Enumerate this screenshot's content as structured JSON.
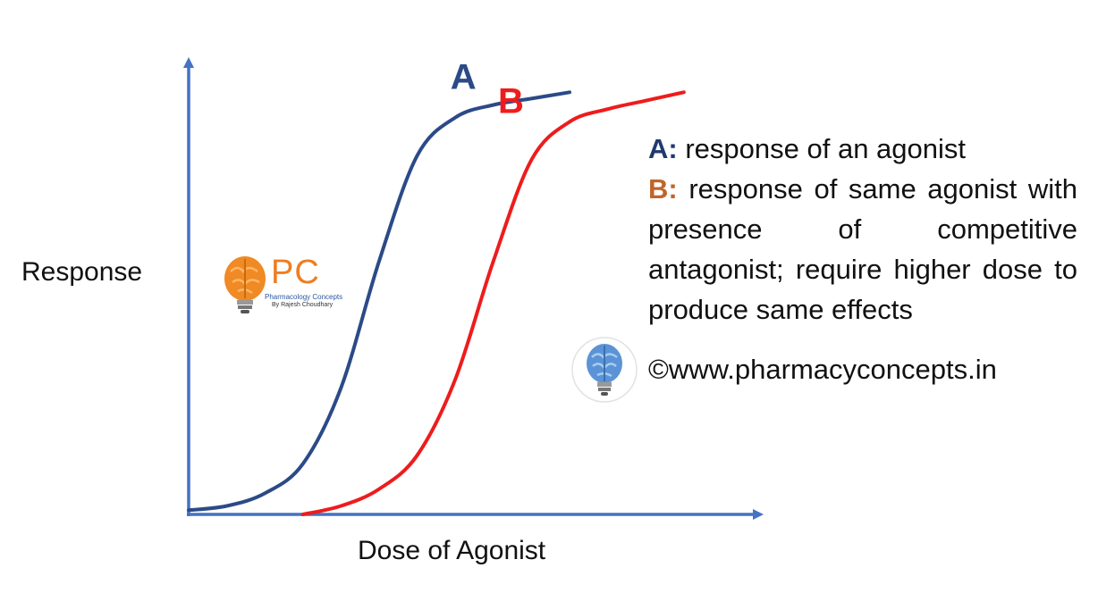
{
  "chart_data": {
    "type": "line",
    "title": "",
    "xlabel": "Dose of Agonist",
    "ylabel": "Response",
    "grid": false,
    "series": [
      {
        "name": "A",
        "color": "#2b4a87",
        "x": [
          0,
          1,
          2,
          3,
          4,
          5,
          6,
          7,
          8,
          9,
          10
        ],
        "y": [
          0.01,
          0.02,
          0.05,
          0.12,
          0.3,
          0.6,
          0.85,
          0.94,
          0.97,
          0.985,
          1.0
        ]
      },
      {
        "name": "B",
        "color": "#ee1c1c",
        "x": [
          3,
          4,
          5,
          6,
          7,
          8,
          9,
          10,
          11,
          12,
          13
        ],
        "y": [
          0.0,
          0.02,
          0.06,
          0.14,
          0.32,
          0.6,
          0.84,
          0.93,
          0.96,
          0.98,
          1.0
        ]
      }
    ],
    "xlim": [
      0,
      15
    ],
    "ylim": [
      0,
      1.1
    ],
    "annotations": [
      "A",
      "B"
    ]
  },
  "legend": {
    "a_key": "A:",
    "a_text": "response of an agonist",
    "b_key": "B:",
    "b_text": "response of same agonist with presence of competitive antagonist; require higher dose to produce same effects",
    "a_color": "#1f3a6e",
    "b_color": "#c0652a"
  },
  "copyright": "©www.pharmacyconcepts.in",
  "logo": {
    "main": "PC",
    "sub1": "Pharmacology Concepts",
    "sub2": "By Rajesh Choudhary",
    "icon": "brain-bulb-icon",
    "accent": "#ee7d22"
  },
  "axis_color": "#4472c4"
}
